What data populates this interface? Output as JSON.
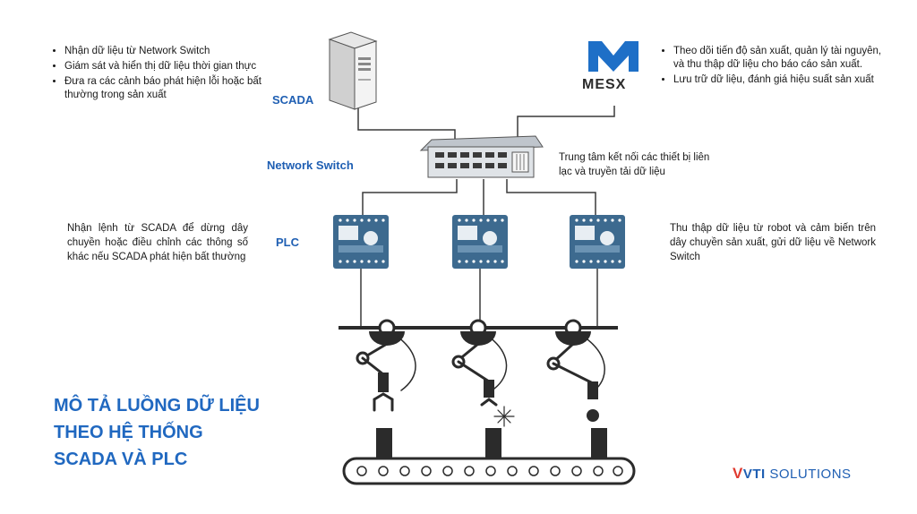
{
  "scada": {
    "label": "SCADA",
    "notes": [
      "Nhận dữ liệu từ Network Switch",
      "Giám sát và hiển thị dữ liệu thời gian thực",
      "Đưa ra các cảnh báo phát hiện lỗi hoặc bất thường trong sản xuất"
    ]
  },
  "mes": {
    "label": "MESX",
    "notes": [
      "Theo dõi tiến độ sản xuất, quản lý tài nguyên, và thu thập dữ liệu cho báo cáo sản xuất.",
      "Lưu trữ dữ liệu, đánh giá hiệu suất sản xuất"
    ]
  },
  "switch": {
    "label": "Network Switch",
    "description": "Trung tâm kết nối các thiết bị liên lạc và truyền tải dữ liệu"
  },
  "plc": {
    "label": "PLC",
    "left_description": "Nhận lệnh từ SCADA để dừng dây chuyền hoặc điều chỉnh các thông số khác nếu SCADA phát hiện bất thường",
    "right_description": "Thu thập dữ liệu từ robot và cảm biến trên dây chuyền sản xuất, gửi dữ liệu về Network Switch"
  },
  "title_lines": [
    "MÔ TẢ LUỒNG DỮ LIỆU",
    "THEO HỆ THỐNG",
    "SCADA VÀ PLC"
  ],
  "brand": {
    "mark": "V",
    "name_bold": "VTI",
    "name_rest": " SOLUTIONS"
  },
  "colors": {
    "accent": "#1f5fb3",
    "device": "#3d6a8f",
    "dark": "#2b2b2b"
  }
}
